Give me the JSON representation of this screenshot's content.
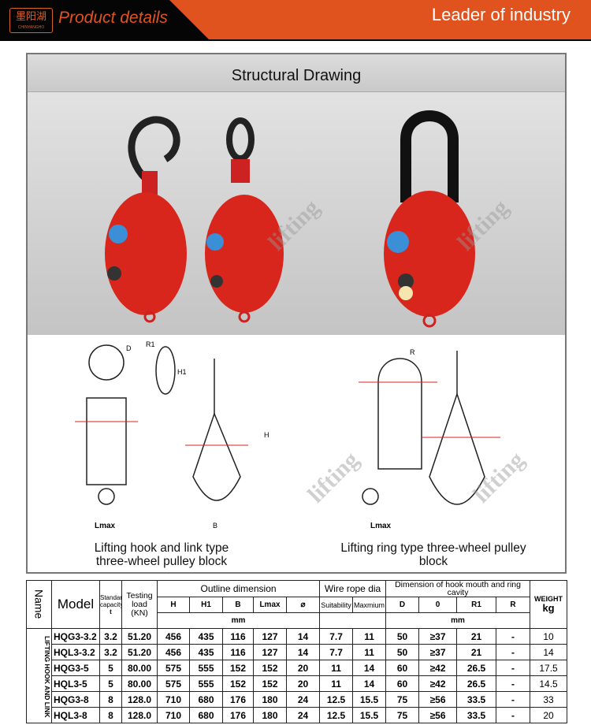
{
  "header": {
    "logo_text": "墨阳湖",
    "logo_sub": "CHINYANGHO",
    "title": "Product details",
    "slogan": "Leader of industry"
  },
  "section": {
    "title": "Structural Drawing"
  },
  "captions": {
    "left": "Lifting hook and link type three-wheel pulley block",
    "right": "Lifting ring type three-wheel pulley block"
  },
  "watermark": "lifting",
  "drawing_labels": {
    "lmax": "Lmax",
    "b": "B",
    "h": "H",
    "h1": "H1",
    "r1": "R1",
    "d": "D",
    "r": "R"
  },
  "colors": {
    "header_bg": "#050505",
    "accent": "#e0531f",
    "pulley_red": "#d9261c"
  },
  "table": {
    "headers": {
      "name": "Name",
      "model": "Model",
      "standard_capacity": "Standard capacity",
      "capacity_unit": "t",
      "testing_load": "Testing load (KN)",
      "outline": "Outline dimension",
      "wire": "Wire rope dia",
      "hook": "Dimension of hook mouth and ring cavity",
      "weight": "WEIGHT",
      "weight_unit": "kg",
      "mm": "mm",
      "cols": [
        "H",
        "H1",
        "B",
        "Lmax",
        "⌀",
        "Suitability",
        "Maxmium",
        "D",
        "0",
        "R1",
        "R"
      ]
    },
    "group_name": "LIFTING HOOK AND LINK",
    "rows": [
      [
        "HQG3-3.2",
        "3.2",
        "51.20",
        "456",
        "435",
        "116",
        "127",
        "14",
        "7.7",
        "11",
        "50",
        "≥37",
        "21",
        "-",
        "10"
      ],
      [
        "HQL3-3.2",
        "3.2",
        "51.20",
        "456",
        "435",
        "116",
        "127",
        "14",
        "7.7",
        "11",
        "50",
        "≥37",
        "21",
        "-",
        "14"
      ],
      [
        "HQG3-5",
        "5",
        "80.00",
        "575",
        "555",
        "152",
        "152",
        "20",
        "11",
        "14",
        "60",
        "≥42",
        "26.5",
        "-",
        "17.5"
      ],
      [
        "HQL3-5",
        "5",
        "80.00",
        "575",
        "555",
        "152",
        "152",
        "20",
        "11",
        "14",
        "60",
        "≥42",
        "26.5",
        "-",
        "14.5"
      ],
      [
        "HQG3-8",
        "8",
        "128.0",
        "710",
        "680",
        "176",
        "180",
        "24",
        "12.5",
        "15.5",
        "75",
        "≥56",
        "33.5",
        "-",
        "33"
      ],
      [
        "HQL3-8",
        "8",
        "128.0",
        "710",
        "680",
        "176",
        "180",
        "24",
        "12.5",
        "15.5",
        "75",
        "≥56",
        "33.5",
        "-",
        "20"
      ]
    ]
  }
}
